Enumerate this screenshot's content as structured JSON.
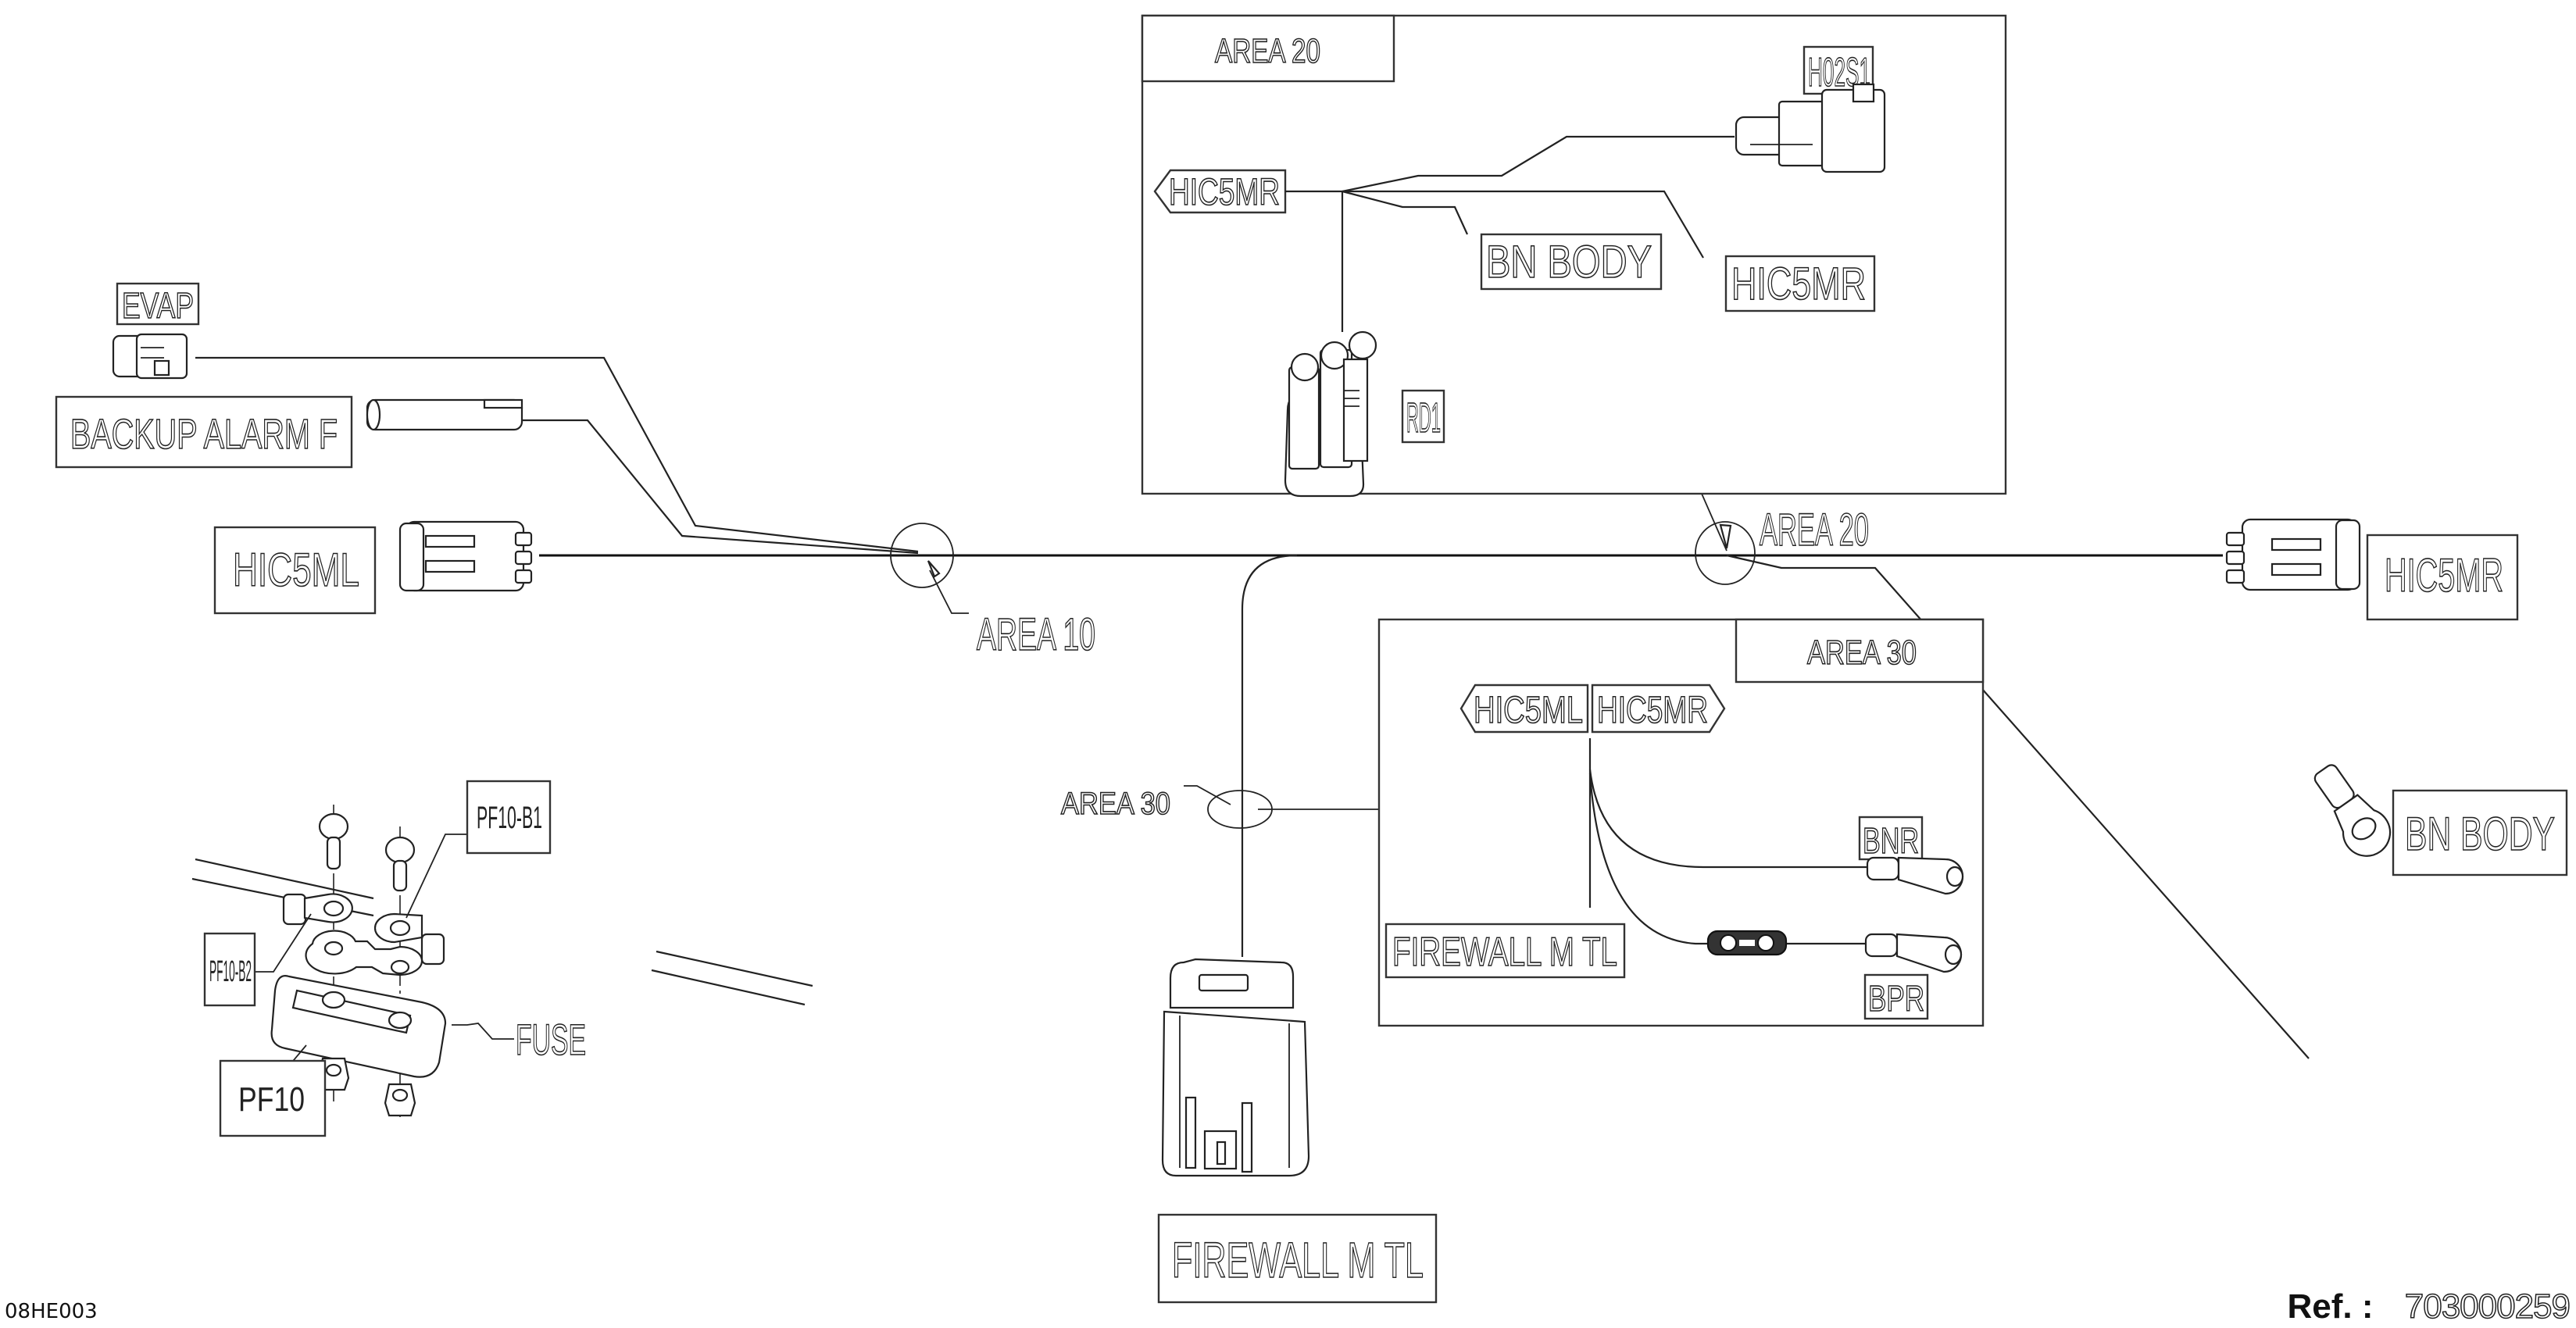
{
  "drawing": {
    "code": "08HE003",
    "ref_label": "Ref. :",
    "ref_number": "703000259"
  },
  "areas": {
    "area10": {
      "callout": "AREA 10"
    },
    "area20": {
      "title": "AREA 20",
      "callout": "AREA 20"
    },
    "area30": {
      "title": "AREA 30",
      "callout": "AREA 30"
    }
  },
  "main_harness": {
    "connectors": {
      "evap": "EVAP",
      "backup_alarm": "BACKUP  ALARM  F",
      "hic5ml": "HIC5ML",
      "hic5mr": "HIC5MR",
      "bn_body": "BN  BODY",
      "firewall": "FIREWALL  M  TL"
    }
  },
  "area20_detail": {
    "from_tag": "HIC5MR",
    "connectors": {
      "h02s1": "H02S1",
      "bn_body": "BN  BODY",
      "hic5mr": "HIC5MR",
      "rd1": "RD1"
    }
  },
  "area30_detail": {
    "from_tag_left": "HIC5ML",
    "from_tag_right": "HIC5MR",
    "connectors": {
      "firewall": "FIREWALL  M  TL",
      "bnr": "BNR",
      "bpr": "BPR"
    }
  },
  "fuse_detail": {
    "labels": {
      "pf10_b1": "PF10-B1",
      "pf10_b2": "PF10-B2",
      "fuse": "FUSE",
      "pf10": "PF10"
    }
  }
}
